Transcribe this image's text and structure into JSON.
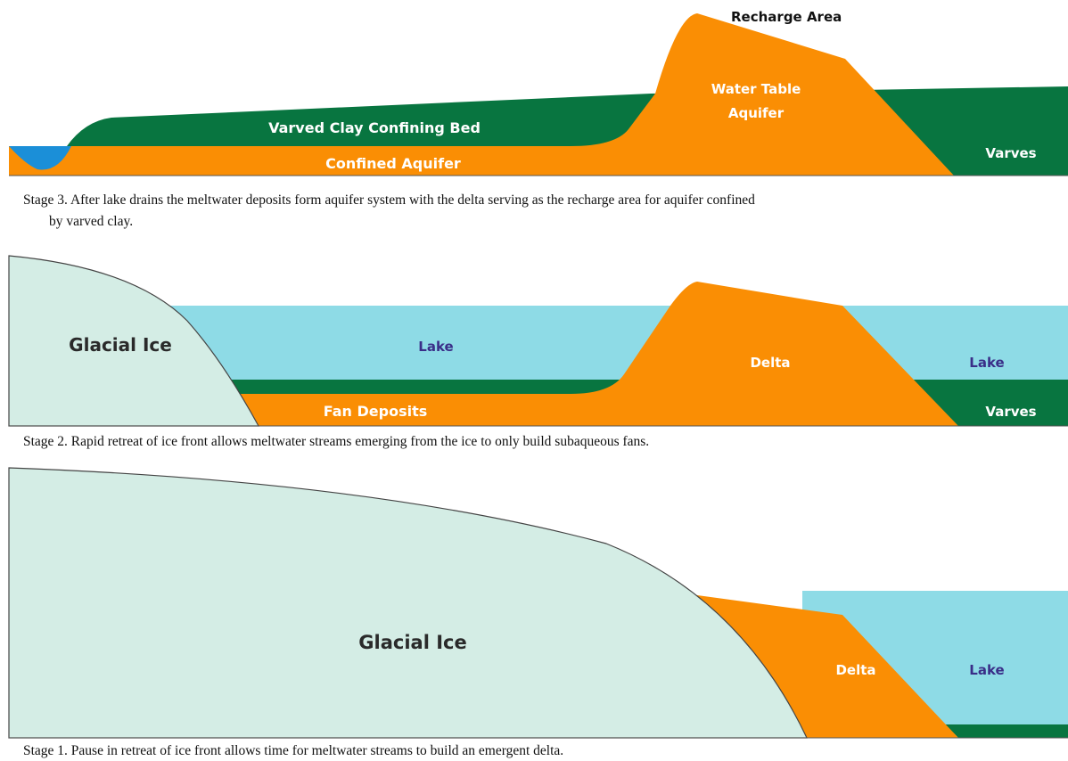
{
  "stage3": {
    "recharge_label": "Recharge Area",
    "water_table_line1": "Water Table",
    "water_table_line2": "Aquifer",
    "confining_bed": "Varved Clay Confining Bed",
    "confined_aquifer": "Confined Aquifer",
    "varves": "Varves",
    "caption_line1": "Stage 3.  After lake drains the meltwater deposits form aquifer system with the delta serving as the recharge area for aquifer confined",
    "caption_line2": "by varved clay."
  },
  "stage2": {
    "glacial_ice": "Glacial Ice",
    "lake_left": "Lake",
    "delta": "Delta",
    "lake_right": "Lake",
    "fan_deposits": "Fan Deposits",
    "varves": "Varves",
    "caption": "Stage 2.  Rapid retreat of ice front allows meltwater streams emerging from the ice to only build subaqueous fans."
  },
  "stage1": {
    "glacial_ice": "Glacial Ice",
    "delta": "Delta",
    "lake": "Lake",
    "caption": "Stage 1.  Pause in retreat of ice front allows time for meltwater streams to build an emergent delta."
  },
  "colors": {
    "ice": "#d4ede5",
    "lake": "#8edbe6",
    "sediment": "#fa8e04",
    "clay": "#087540",
    "water": "#1b8fd8",
    "outline": "#3a3a3a"
  }
}
